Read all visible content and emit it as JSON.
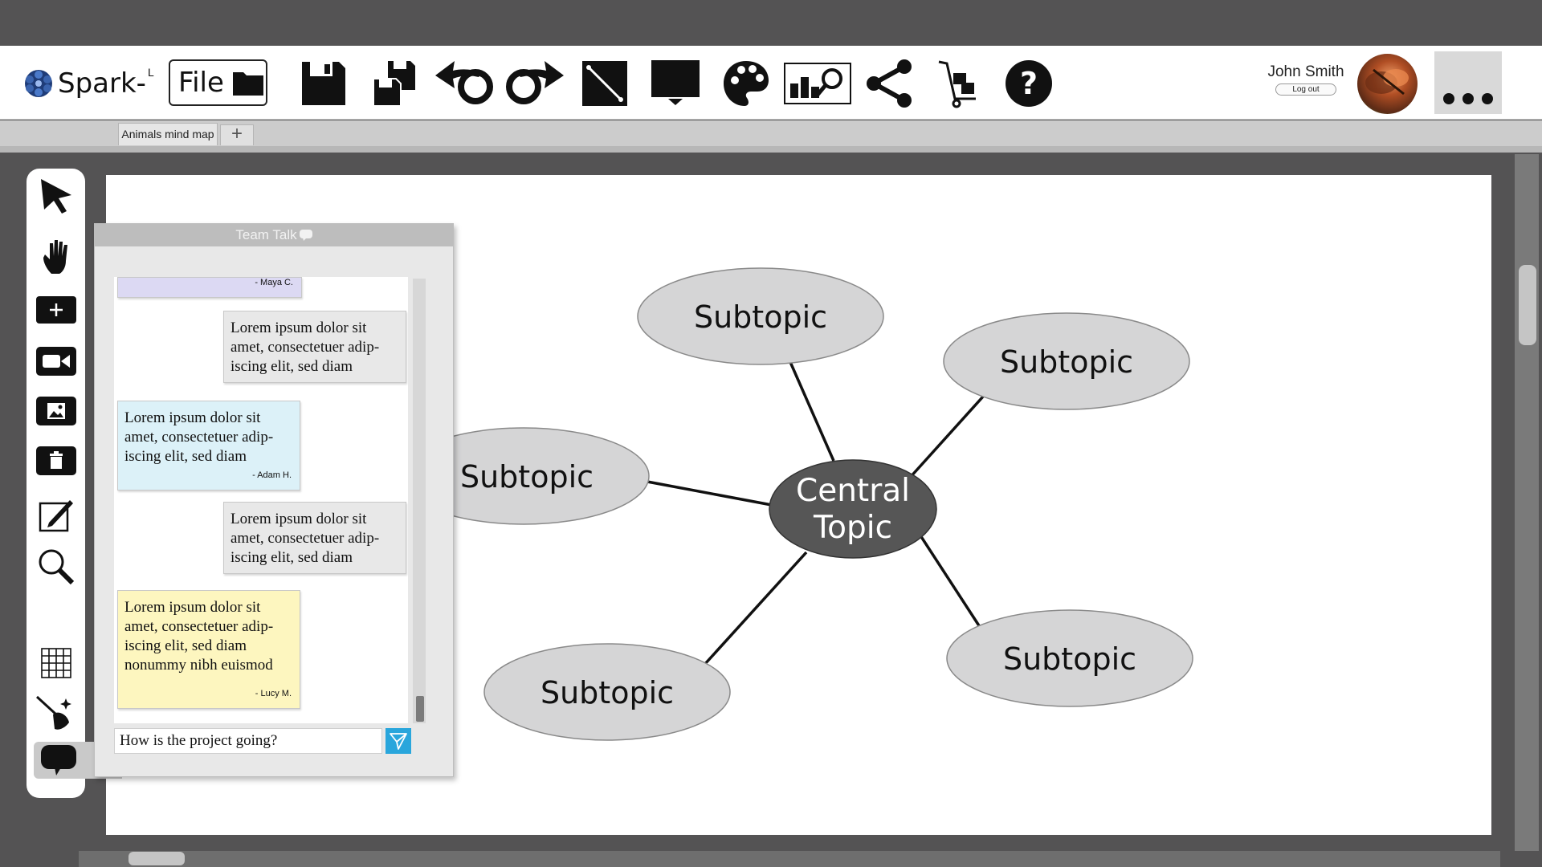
{
  "app": {
    "name": "Spark-",
    "superscript": "L"
  },
  "toolbar": {
    "file_label": "File",
    "tools": [
      {
        "name": "save-icon"
      },
      {
        "name": "save-as-icon"
      },
      {
        "name": "undo-icon"
      },
      {
        "name": "redo-icon"
      },
      {
        "name": "line-icon"
      },
      {
        "name": "present-icon"
      },
      {
        "name": "palette-icon"
      },
      {
        "name": "chart-search-icon"
      },
      {
        "name": "share-icon"
      },
      {
        "name": "cart-icon"
      },
      {
        "name": "help-icon"
      }
    ]
  },
  "user": {
    "name": "John Smith",
    "logout_label": "Log out"
  },
  "tabs": [
    {
      "label": "Animals mind map"
    }
  ],
  "tab_add_label": "+",
  "mindmap": {
    "central": {
      "line1": "Central",
      "line2": "Topic"
    },
    "subtopics": [
      "Subtopic",
      "Subtopic",
      "Subtopic",
      "Subtopic",
      "Subtopic"
    ]
  },
  "team_talk": {
    "title": "Team Talk",
    "messages": [
      {
        "text": "",
        "author": "- Maya C.",
        "side": "left",
        "color": "#dcd9f3"
      },
      {
        "text": "Lorem ipsum dolor sit amet, consectetuer adip-iscing elit, sed diam",
        "author": "",
        "side": "right",
        "color": "#e8e8e8"
      },
      {
        "text": "Lorem ipsum dolor sit amet, consectetuer adip-iscing elit, sed diam",
        "author": "- Adam H.",
        "side": "left",
        "color": "#dcf1f8"
      },
      {
        "text": "Lorem ipsum dolor sit amet, consectetuer adip-iscing elit, sed diam",
        "author": "",
        "side": "right",
        "color": "#e8e8e8"
      },
      {
        "text": "Lorem ipsum dolor sit amet, consectetuer adip-iscing elit, sed diam nonummy nibh euismod",
        "author": "- Lucy M.",
        "side": "left",
        "color": "#fdf6bf"
      }
    ],
    "input_value": "How is the project going?"
  },
  "colors": {
    "accent": "#29a6dc",
    "chrome": "#545354",
    "central_node": "#565656",
    "subtopic_node": "#d5d5d6"
  }
}
